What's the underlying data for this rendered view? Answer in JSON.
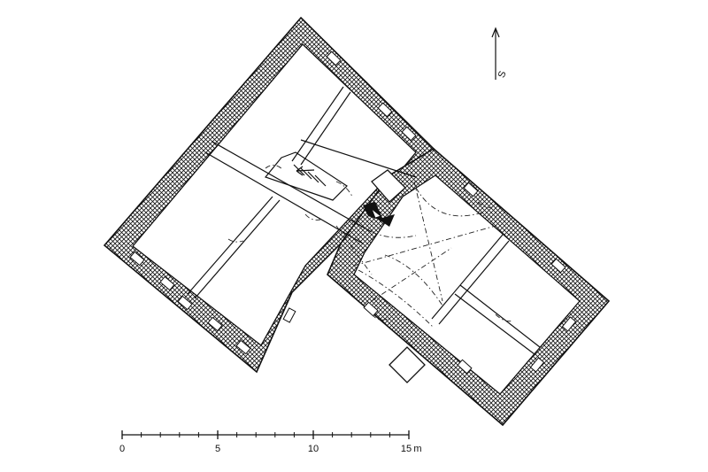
{
  "north_arrow": {
    "label": "S",
    "icon": "north-arrow-icon"
  },
  "scale_bar": {
    "ticks": [
      "0",
      "5",
      "10",
      "15"
    ],
    "unit": "m",
    "max_value": 15,
    "minor_divisions": 15
  },
  "colors": {
    "ink": "#111111",
    "paper": "#ffffff"
  }
}
